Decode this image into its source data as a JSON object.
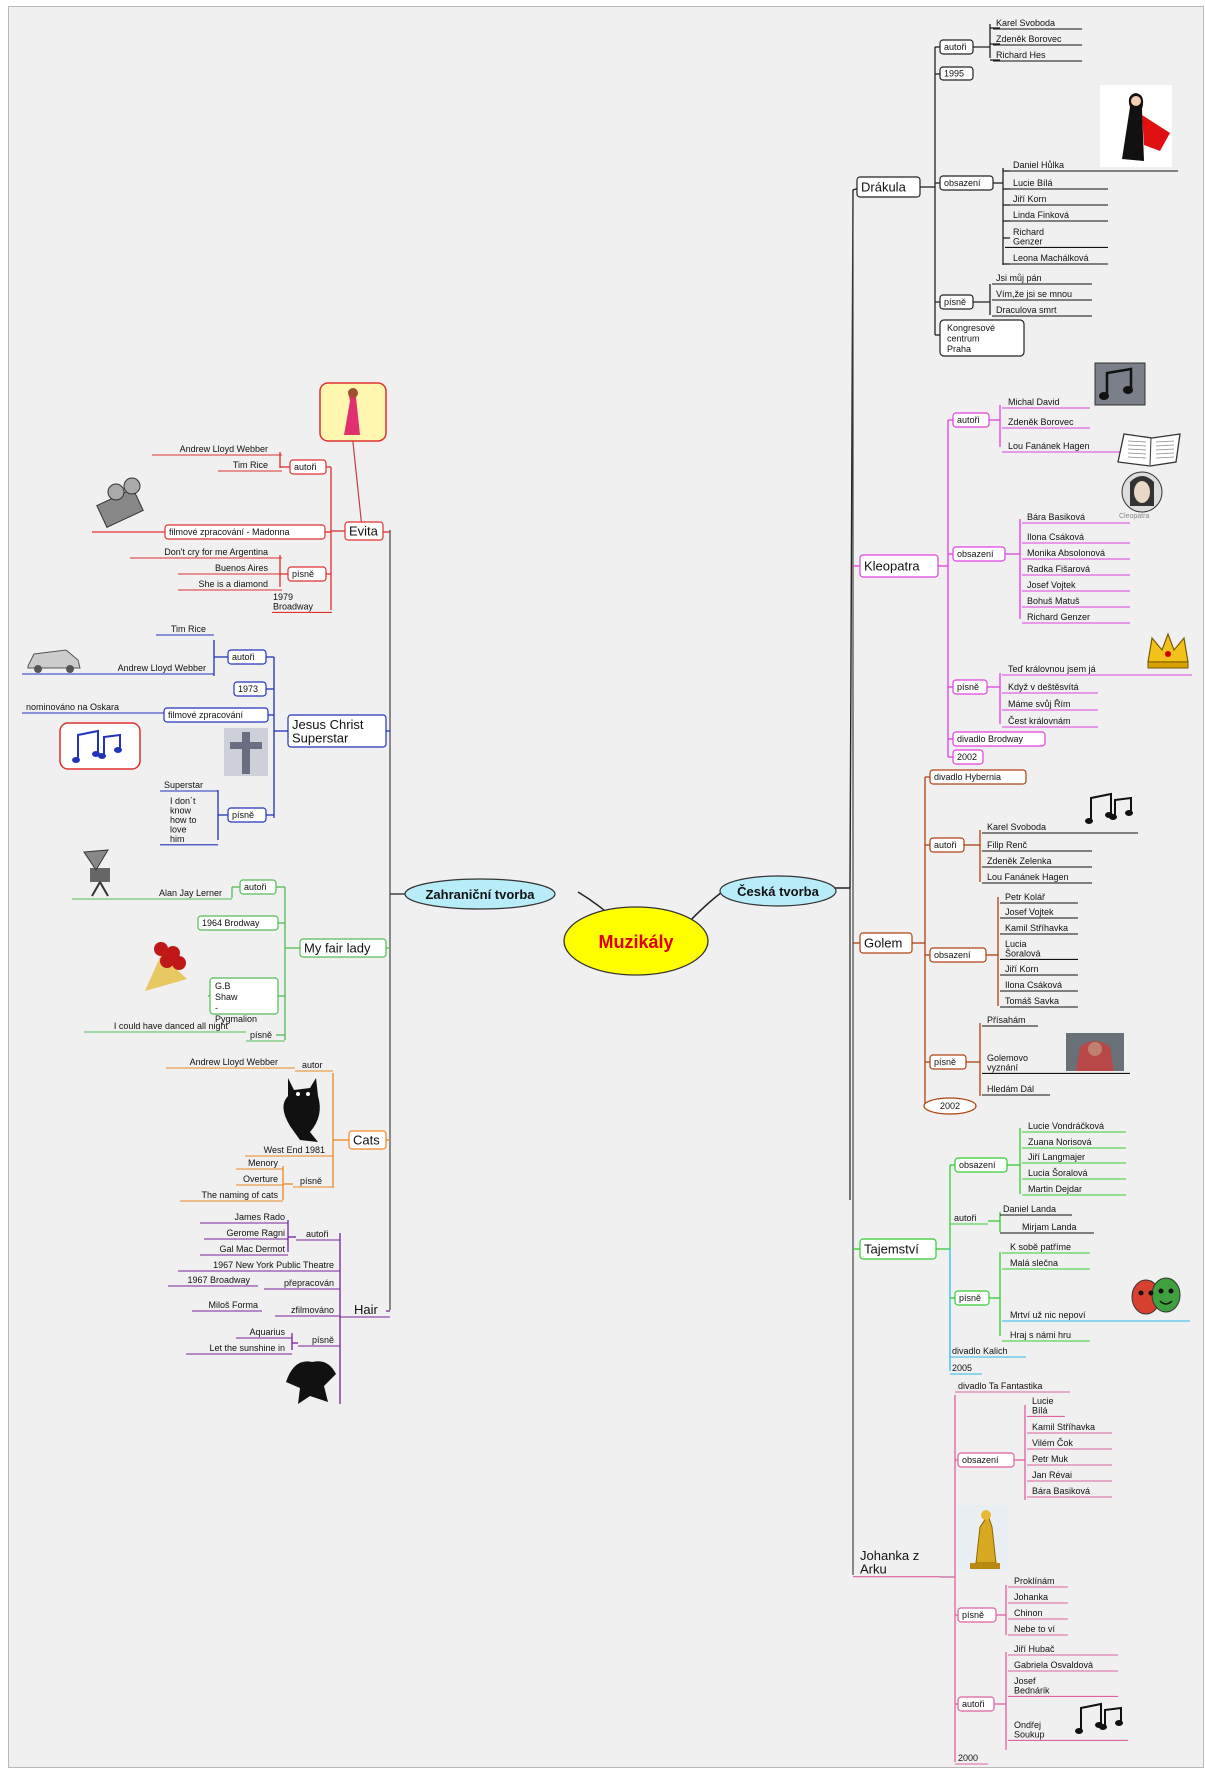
{
  "title": "Muzikály",
  "branches": {
    "left": "Zahraniční tvorba",
    "right": "Česká tvorba"
  },
  "colors": {
    "center_fill": "#ffff00",
    "center_text": "#e00000",
    "branch_fill": "#b8ecf8",
    "drakula": "#222222",
    "kleopatra": "#e040e0",
    "golem": "#b04010",
    "tajemstvi": "#33cc33",
    "tajemstvi2": "#30b8e8",
    "johanka": "#e060a0",
    "evita": "#e03030",
    "jesus": "#2233bb",
    "fairlady": "#55bb55",
    "cats": "#ee8822",
    "hair": "#772299"
  },
  "drakula": {
    "title": "Drákula",
    "autori": "autoři",
    "authors": [
      "Karel Svoboda",
      "Zdeněk Borovec",
      "Richard Hes"
    ],
    "year": "1995",
    "obsazeni": "obsazení",
    "cast": [
      "Daniel Hůlka",
      "Lucie Bílá",
      "Jiří Korn",
      "Linda Finková",
      "Richard Genzer",
      "Leona Machálková"
    ],
    "pisne": "písně",
    "songs": [
      "Jsi můj pán",
      "Vím,že jsi se mnou",
      "Draculova smrt"
    ],
    "venue": "Kongresové centrum Praha"
  },
  "kleopatra": {
    "title": "Kleopatra",
    "autori": "autoři",
    "authors": [
      "Michal David",
      "Zdeněk Borovec",
      "Lou Fanánek Hagen"
    ],
    "obsazeni": "obsazení",
    "cast": [
      "Bára Basiková",
      "Ilona Csáková",
      "Monika Absolonová",
      "Radka Fišarová",
      "Josef Vojtek",
      "Bohuš Matuš",
      "Richard Genzer"
    ],
    "pisne": "písně",
    "songs": [
      "Teď královnou jsem já",
      "Když v deštěsvítá",
      "Máme svůj Řím",
      "Čest královnám"
    ],
    "theatre": "divadlo Brodway",
    "year": "2002",
    "icon_caption": "Cleopatra"
  },
  "golem": {
    "title": "Golem",
    "theatre": "divadlo Hybernia",
    "autori": "autoři",
    "authors": [
      "Karel Svoboda",
      "Filip Renč",
      "Zdeněk Zelenka",
      "Lou Fanánek Hagen"
    ],
    "obsazeni": "obsazení",
    "cast": [
      "Petr Kolář",
      "Josef Vojtek",
      "Kamil Stříhavka",
      "Lucia Šoralová",
      "Jiří Korn",
      "Ilona Csáková",
      "Tomáš Savka"
    ],
    "pisne": "písně",
    "songs": [
      "Přísahám",
      "Golemovo vyznání",
      "Hledám Dál"
    ],
    "year": "2002"
  },
  "tajemstvi": {
    "title": "Tajemství",
    "obsazeni": "obsazení",
    "cast": [
      "Lucie Vondráčková",
      "Zuana Norisová",
      "Jiří Langmajer",
      "Lucia Šoralová",
      "Martin Dejdar"
    ],
    "autori": "autoři",
    "authors": [
      "Daniel Landa",
      "Mirjam Landa"
    ],
    "pisne": "písně",
    "songs": [
      "K sobě patříme",
      "Malá slečna",
      "Mrtví už nic nepoví",
      "Hraj s námi hru"
    ],
    "theatre": "divadlo Kalich",
    "year": "2005"
  },
  "johanka": {
    "title": "Johanka z Arku",
    "theatre": "divadlo Ta Fantastika",
    "obsazeni": "obsazení",
    "cast": [
      "Lucie Bílá",
      "Kamil Stříhavka",
      "Vilém Čok",
      "Petr Muk",
      "Jan Révai",
      "Bára Basiková"
    ],
    "pisne": "písně",
    "songs": [
      "Proklínám",
      "Johanka",
      "Chinon",
      "Nebe to ví"
    ],
    "autori": "autoři",
    "authors": [
      "Jiří Hubač",
      "Gabriela Osvaldová",
      "Josef Bednárik",
      "Ondřej Soukup"
    ],
    "year": "2000"
  },
  "evita": {
    "title": "Evita",
    "autori": "autoři",
    "authors": [
      "Andrew Lloyd Webber",
      "Tim Rice"
    ],
    "film": "filmové zpracování - Madonna",
    "pisne": "písně",
    "songs": [
      "Don't cry for me Argentina",
      "Buenos Aires",
      "She is a diamond"
    ],
    "premiere": "1979 Broadway"
  },
  "jesus": {
    "title": "Jesus Christ Superstar",
    "autori": "autoři",
    "authors": [
      "Tim Rice",
      "Andrew Lloyd Webber"
    ],
    "year": "1973",
    "film": "filmové zpracování",
    "oscar": "nominováno na Oskara",
    "pisne": "písně",
    "songs": [
      "Superstar",
      "I don´t know how to love him"
    ]
  },
  "fairlady": {
    "title": "My fair lady",
    "autori": "autoři",
    "author": "Alan Jay Lerner",
    "premiere": "1964 Brodway",
    "source": "G.B Shaw - Pygmalion",
    "pisne": "písně",
    "song": "I could have danced all night"
  },
  "cats": {
    "title": "Cats",
    "autor": "autor",
    "author": "Andrew Lloyd Webber",
    "premiere": "West End 1981",
    "pisne": "písně",
    "songs": [
      "Menory",
      "Overture",
      "The naming of cats"
    ]
  },
  "hair": {
    "title": "Hair",
    "autori": "autoři",
    "authors": [
      "James Rado",
      "Gerome Ragni",
      "Gal Mac Dermot"
    ],
    "premiere": "1967 New York Public Theatre",
    "preprac": "přepracován",
    "broadway": "1967 Broadway",
    "zfilm": "zfilmováno",
    "director": "Miloš Forma",
    "pisne": "písně",
    "songs": [
      "Aquarius",
      "Let the sunshine in"
    ]
  },
  "icons": [
    "vampire-icon",
    "music-notes-icon",
    "book-icon",
    "cleopatra-icon",
    "crown-icon",
    "golem-icon",
    "masks-icon",
    "statue-icon",
    "dancer-icon",
    "camera-icon",
    "car-icon",
    "cross-icon",
    "phonograph-icon",
    "roses-icon",
    "cat-icon",
    "hair-silhouette-icon"
  ]
}
